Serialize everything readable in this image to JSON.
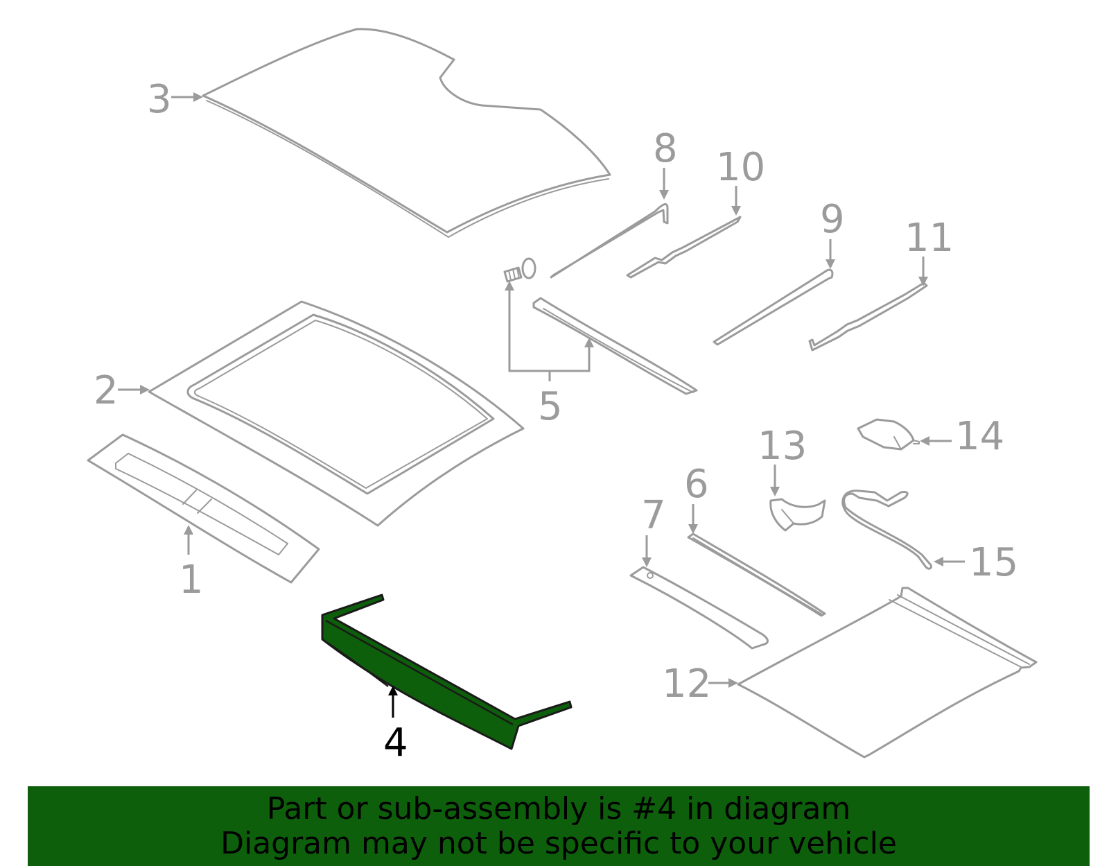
{
  "callouts": {
    "c1": "1",
    "c2": "2",
    "c3": "3",
    "c4": "4",
    "c5": "5",
    "c6": "6",
    "c7": "7",
    "c8": "8",
    "c9": "9",
    "c10": "10",
    "c11": "11",
    "c12": "12",
    "c13": "13",
    "c14": "14",
    "c15": "15"
  },
  "highlight": {
    "part_number": "4",
    "color": "#0e5f0b"
  },
  "banner": {
    "line1": "Part or sub-assembly is #4 in diagram",
    "line2": "Diagram may not be specific to your vehicle",
    "background": "#0e5f0b"
  },
  "colors": {
    "part_stroke": "#9b9b9b",
    "highlight_label": "#000000"
  }
}
